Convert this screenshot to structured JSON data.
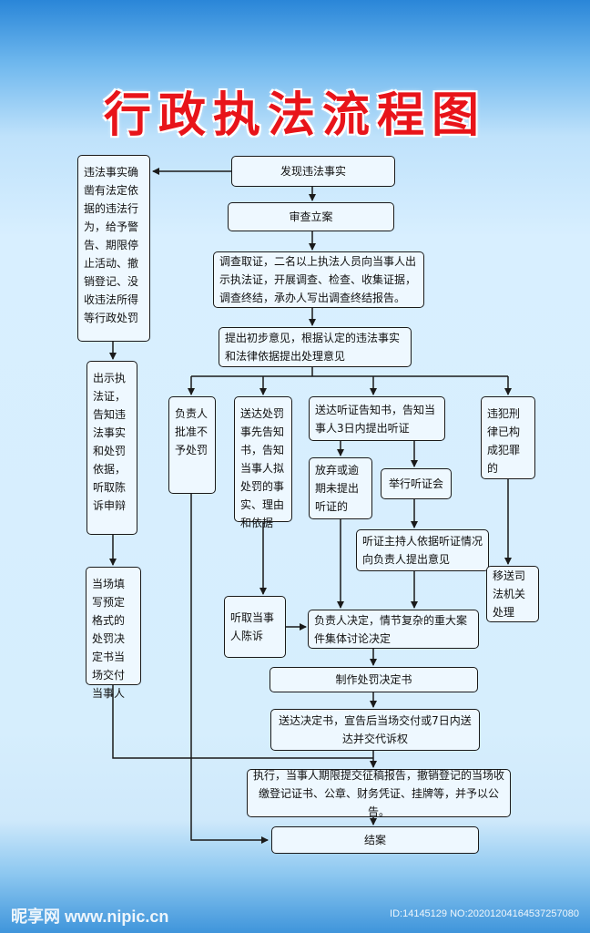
{
  "title": "行政执法流程图",
  "nodes": {
    "discover": "发现违法事实",
    "review": "审查立案",
    "investigate": "调查取证，二名以上执法人员向当事人出示执法证，开展调查、检查、收集证据，调查终结，承办人写出调查终结报告。",
    "preliminary": "提出初步意见，根据认定的违法事实和法律依据提出处理意见",
    "on_spot": "违法事实确凿有法定依据的违法行为，给予警告、期限停止活动、撤销登记、没收违法所得等行政处罚",
    "show_cert": "出示执法证，告知违法事实和处罚依据，听取陈诉申辩",
    "fill_form": "当场填写预定格式的处罚决定书当场交付当事人",
    "no_penalty": "负责人批准不予处罚",
    "notify_prior": "送达处罚事先告知书，告知当事人拟处罚的事实、理由和依据",
    "hearing_notice": "送达听证告知书，告知当事人3日内提出听证",
    "waive": "放弃或逾期未提出听证的",
    "hold_hearing": "举行听证会",
    "hearing_opinion": "听证主持人依据听证情况向负责人提出意见",
    "crime": "违犯刑律已构成犯罪的",
    "transfer": "移送司法机关处理",
    "listen": "听取当事人陈诉",
    "decide": "负责人决定，情节复杂的重大案件集体讨论决定",
    "make_decision": "制作处罚决定书",
    "deliver": "送达决定书，宣告后当场交付或7日内送达并交代诉权",
    "execute": "执行，当事人期限提交征稿报告，撤销登记的当场收缴登记证书、公章、财务凭证、挂牌等，并予以公告。",
    "close": "结案"
  },
  "watermark": {
    "site": "昵享网 www.nipic.cn",
    "id": "ID:14145129 NO:20201204164537257080"
  },
  "colors": {
    "title": "#e8141a",
    "box_fill": "#eef8ff",
    "line": "#1a1a1a"
  }
}
